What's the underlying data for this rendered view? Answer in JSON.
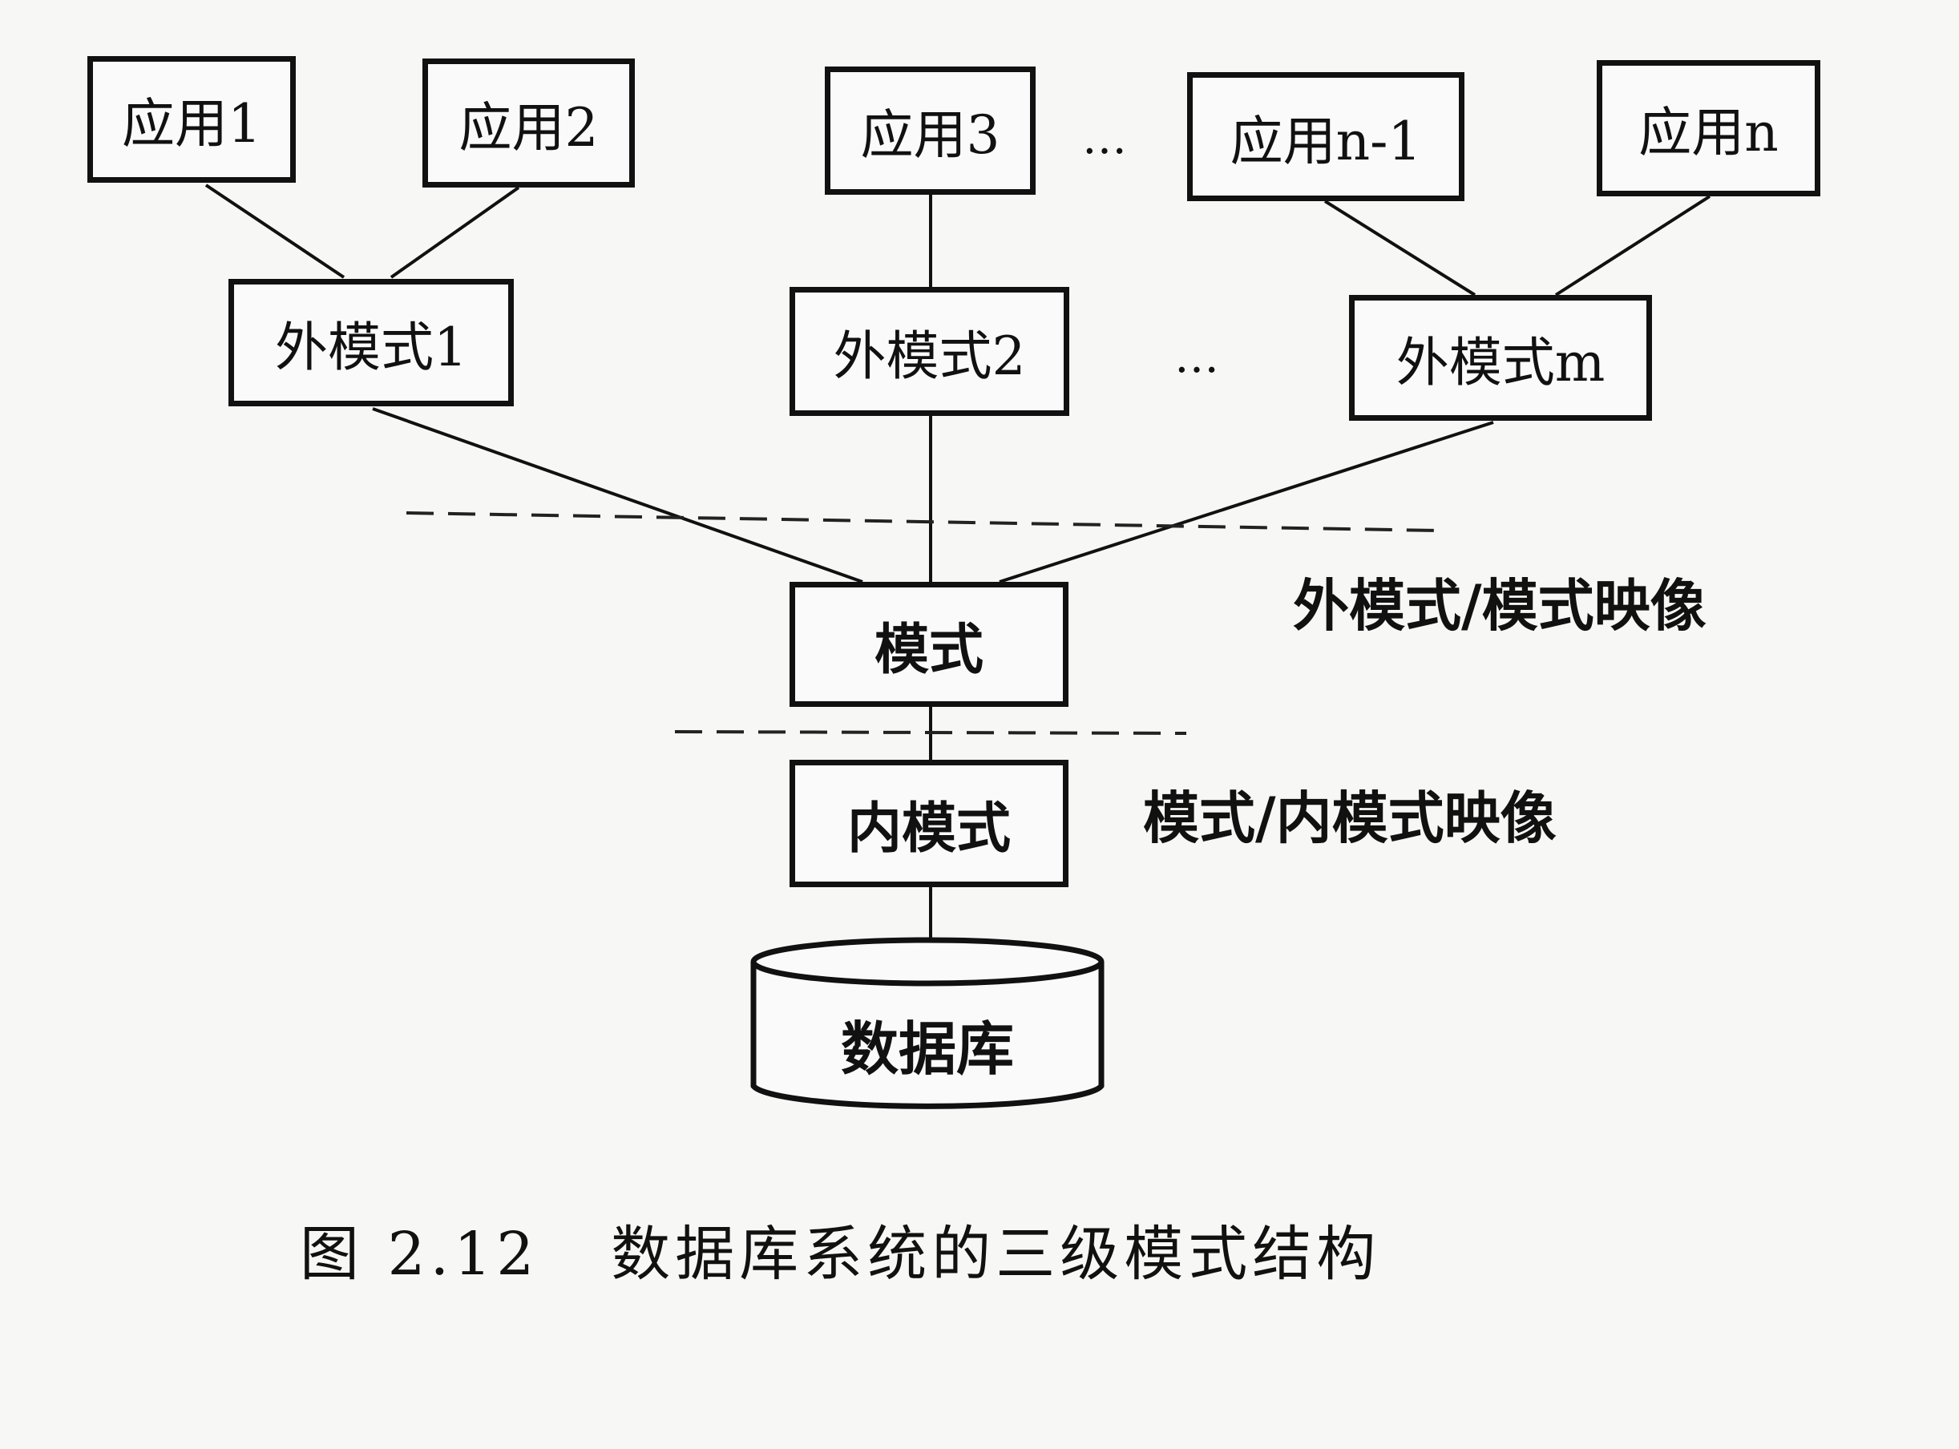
{
  "applications": [
    {
      "label": "应用1"
    },
    {
      "label": "应用2"
    },
    {
      "label": "应用3"
    },
    {
      "label": "应用n-1"
    },
    {
      "label": "应用n"
    }
  ],
  "external_schemas": [
    {
      "label": "外模式1"
    },
    {
      "label": "外模式2"
    },
    {
      "label": "外模式m"
    }
  ],
  "ellipsis": "…",
  "schema": "模式",
  "internal_schema": "内模式",
  "database": "数据库",
  "mappings": {
    "external_to_conceptual": "外模式/模式映像",
    "conceptual_to_internal": "模式/内模式映像"
  },
  "caption": {
    "number": "图 2.12",
    "title": "数据库系统的三级模式结构"
  }
}
